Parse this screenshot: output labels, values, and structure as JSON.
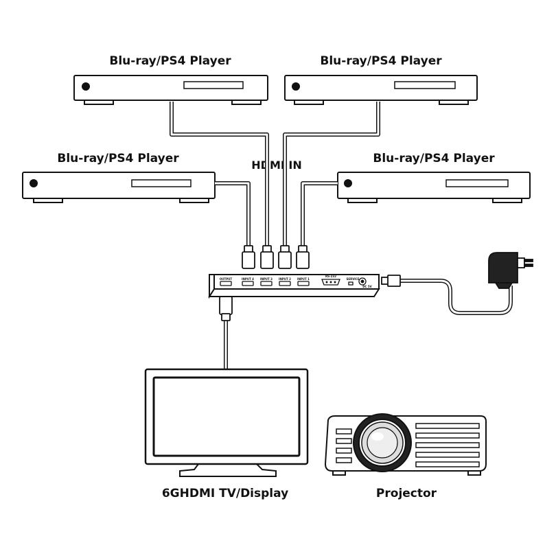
{
  "devices": {
    "source_top_left": "Blu-ray/PS4 Player",
    "source_top_right": "Blu-ray/PS4 Player",
    "source_mid_left": "Blu-ray/PS4 Player",
    "source_mid_right": "Blu-ray/PS4 Player",
    "display": "6GHDMI TV/Display",
    "projector": "Projector"
  },
  "labels": {
    "hdmi_in": "HDMI IN"
  },
  "switcher": {
    "ports": {
      "output": "OUTPUT",
      "input4": "INPUT 4",
      "input3": "INPUT 3",
      "input2": "INPUT 2",
      "input1": "INPUT 1",
      "rs232": "RS-232",
      "service": "SERVICE",
      "dc": "DC 5V"
    }
  },
  "colors": {
    "stroke": "#111111",
    "fill": "#ffffff"
  }
}
